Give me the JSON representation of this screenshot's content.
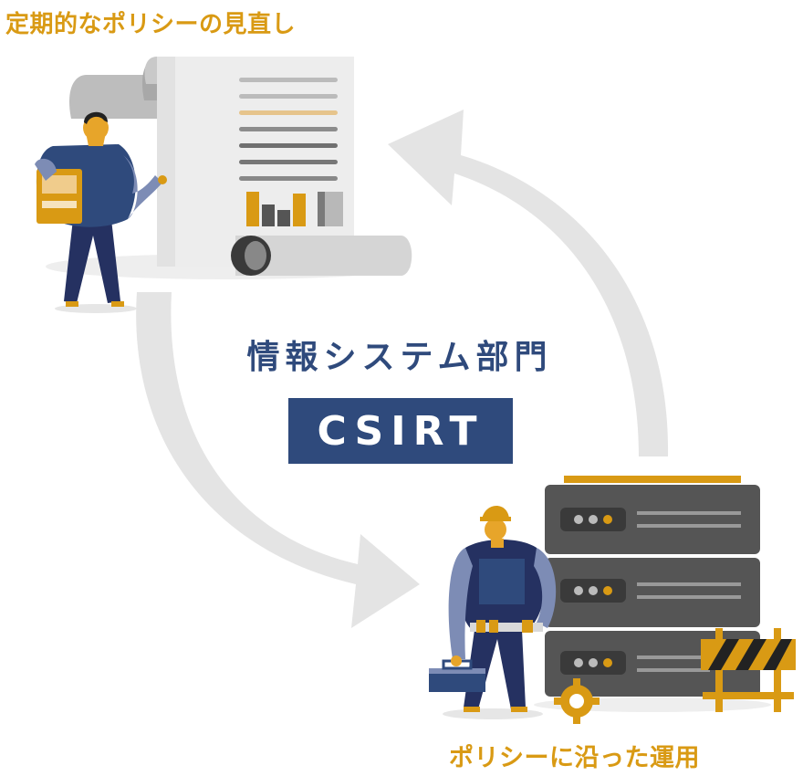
{
  "labels": {
    "top_left": "定期的なポリシーの見直し",
    "bottom_right": "ポリシーに沿った運用",
    "department": "情報システム部門",
    "badge": "CSIRT"
  },
  "colors": {
    "accent": "#d99a14",
    "navy": "#2f4a7c",
    "arrow": "#e3e3e3",
    "server": "#4a4a4a",
    "skin_blue": "#7d8cb5",
    "dark_navy": "#253161"
  },
  "icons": [
    "document-scroll-icon",
    "bar-chart-icon",
    "person-with-clipboard",
    "worker-with-hardhat",
    "server-rack-icon",
    "gear-icon",
    "barricade-icon",
    "toolbox-icon",
    "cycle-arrow"
  ]
}
